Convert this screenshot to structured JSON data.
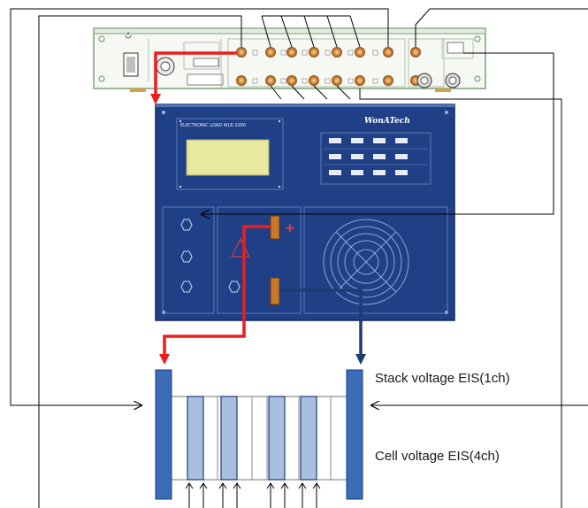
{
  "labels": {
    "stack": "Stack voltage EIS(1ch)",
    "cell": "Cell voltage EIS(4ch)"
  },
  "analyzer": {
    "brand": "WonATech",
    "screen_caption": "ELECTRONIC LOAD  WLE-1000"
  },
  "colors": {
    "wire_black": "#000000",
    "wire_red": "#ee1c1c",
    "wire_navy": "#1f3b70",
    "wire_blue": "#3a6bb5",
    "panel_blue": "#1f3f86",
    "endplate": "#3c6cb8",
    "bipolar": "#a9bfe0",
    "connector_gold": "#c87a2a"
  },
  "icons": [
    "power-icon",
    "fan-grille-icon",
    "warning-triangle-icon",
    "bnc-connector-icon",
    "voltage-arrow-icon"
  ]
}
